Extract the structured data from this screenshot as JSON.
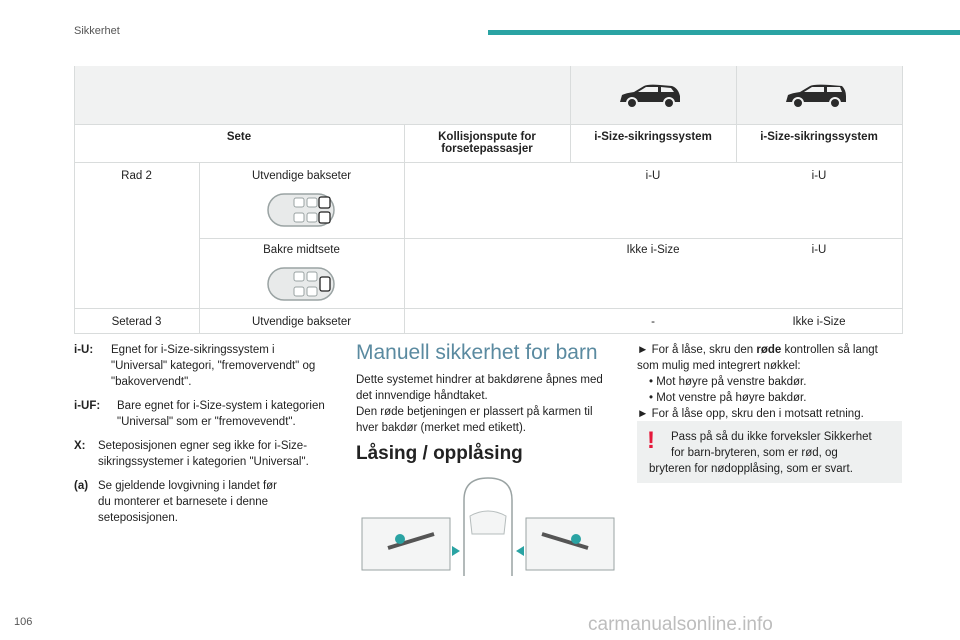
{
  "header": {
    "section": "Sikkerhet"
  },
  "table": {
    "headers": [
      "Sete",
      "Kollisjonspute for",
      "forsetepassasjer",
      "i-Size-sikringssystem",
      "i-Size-sikringssystem"
    ],
    "rows": [
      {
        "row": "Rad 2",
        "seat": "Utvendige bakseter",
        "airbag": "",
        "col1": "i-U",
        "col2": "i-U"
      },
      {
        "row": "",
        "seat": "Bakre midtsete",
        "airbag": "",
        "col1": "Ikke i-Size",
        "col2": "i-U"
      },
      {
        "row": "Seterad 3",
        "seat": "Utvendige bakseter",
        "airbag": "",
        "col1": "-",
        "col2": "Ikke i-Size"
      }
    ],
    "icons": [
      "suv-car-icon",
      "suv-car-icon",
      "seat-outer-rear-icon",
      "seat-middle-rear-icon"
    ]
  },
  "footnotes": [
    {
      "key": "i-U:",
      "lines": [
        "Egnet for i-Size-sikringssystem i",
        "\"Universal\" kategori, \"fremovervendt\" og",
        "\"bakovervendt\"."
      ]
    },
    {
      "key": "i-UF:",
      "lines": [
        "Bare egnet for i-Size-system i kategorien",
        "\"Universal\" som er \"fremovevendt\"."
      ]
    },
    {
      "key": "X:",
      "lines": [
        "Seteposisjonen egner seg ikke for i-Size-",
        "sikringssystemer i kategorien \"Universal\"."
      ]
    },
    {
      "key": "(a)",
      "lines": [
        "Se gjeldende lovgivning i landet før",
        "du monterer et barnesete i denne",
        "seteposisjonen."
      ]
    }
  ],
  "middle": {
    "title": "Manuell sikkerhet for barn",
    "para_lines": [
      "Dette systemet hindrer at bakdørene åpnes med",
      "det innvendige håndtaket.",
      "Den røde betjeningen er plassert på karmen til",
      "hver bakdør (merket med etikett)."
    ],
    "subtitle": "Låsing / opplåsing"
  },
  "right": {
    "line1_pre": "► For å låse, skru den ",
    "line1_bold": "røde",
    "line1_post": " kontrollen så langt",
    "line2": "som mulig med integrert nøkkel:",
    "bullet1": "• Mot høyre på venstre bakdør.",
    "bullet2": "• Mot venstre på høyre bakdør.",
    "unlock": "► For å låse opp, skru den i motsatt retning.",
    "warning_lines": [
      "Pass på så du ikke forveksler Sikkerhet",
      "for barn-bryteren, som er rød, og",
      "bryteren for nødopplåsing, som er svart."
    ],
    "warning_mark": "!"
  },
  "footer": {
    "page": "106",
    "watermark": "carmanualsonline.info"
  },
  "colors": {
    "accent": "#2aa3a3",
    "title": "#5a8aa0",
    "warning": "#e5183a"
  }
}
